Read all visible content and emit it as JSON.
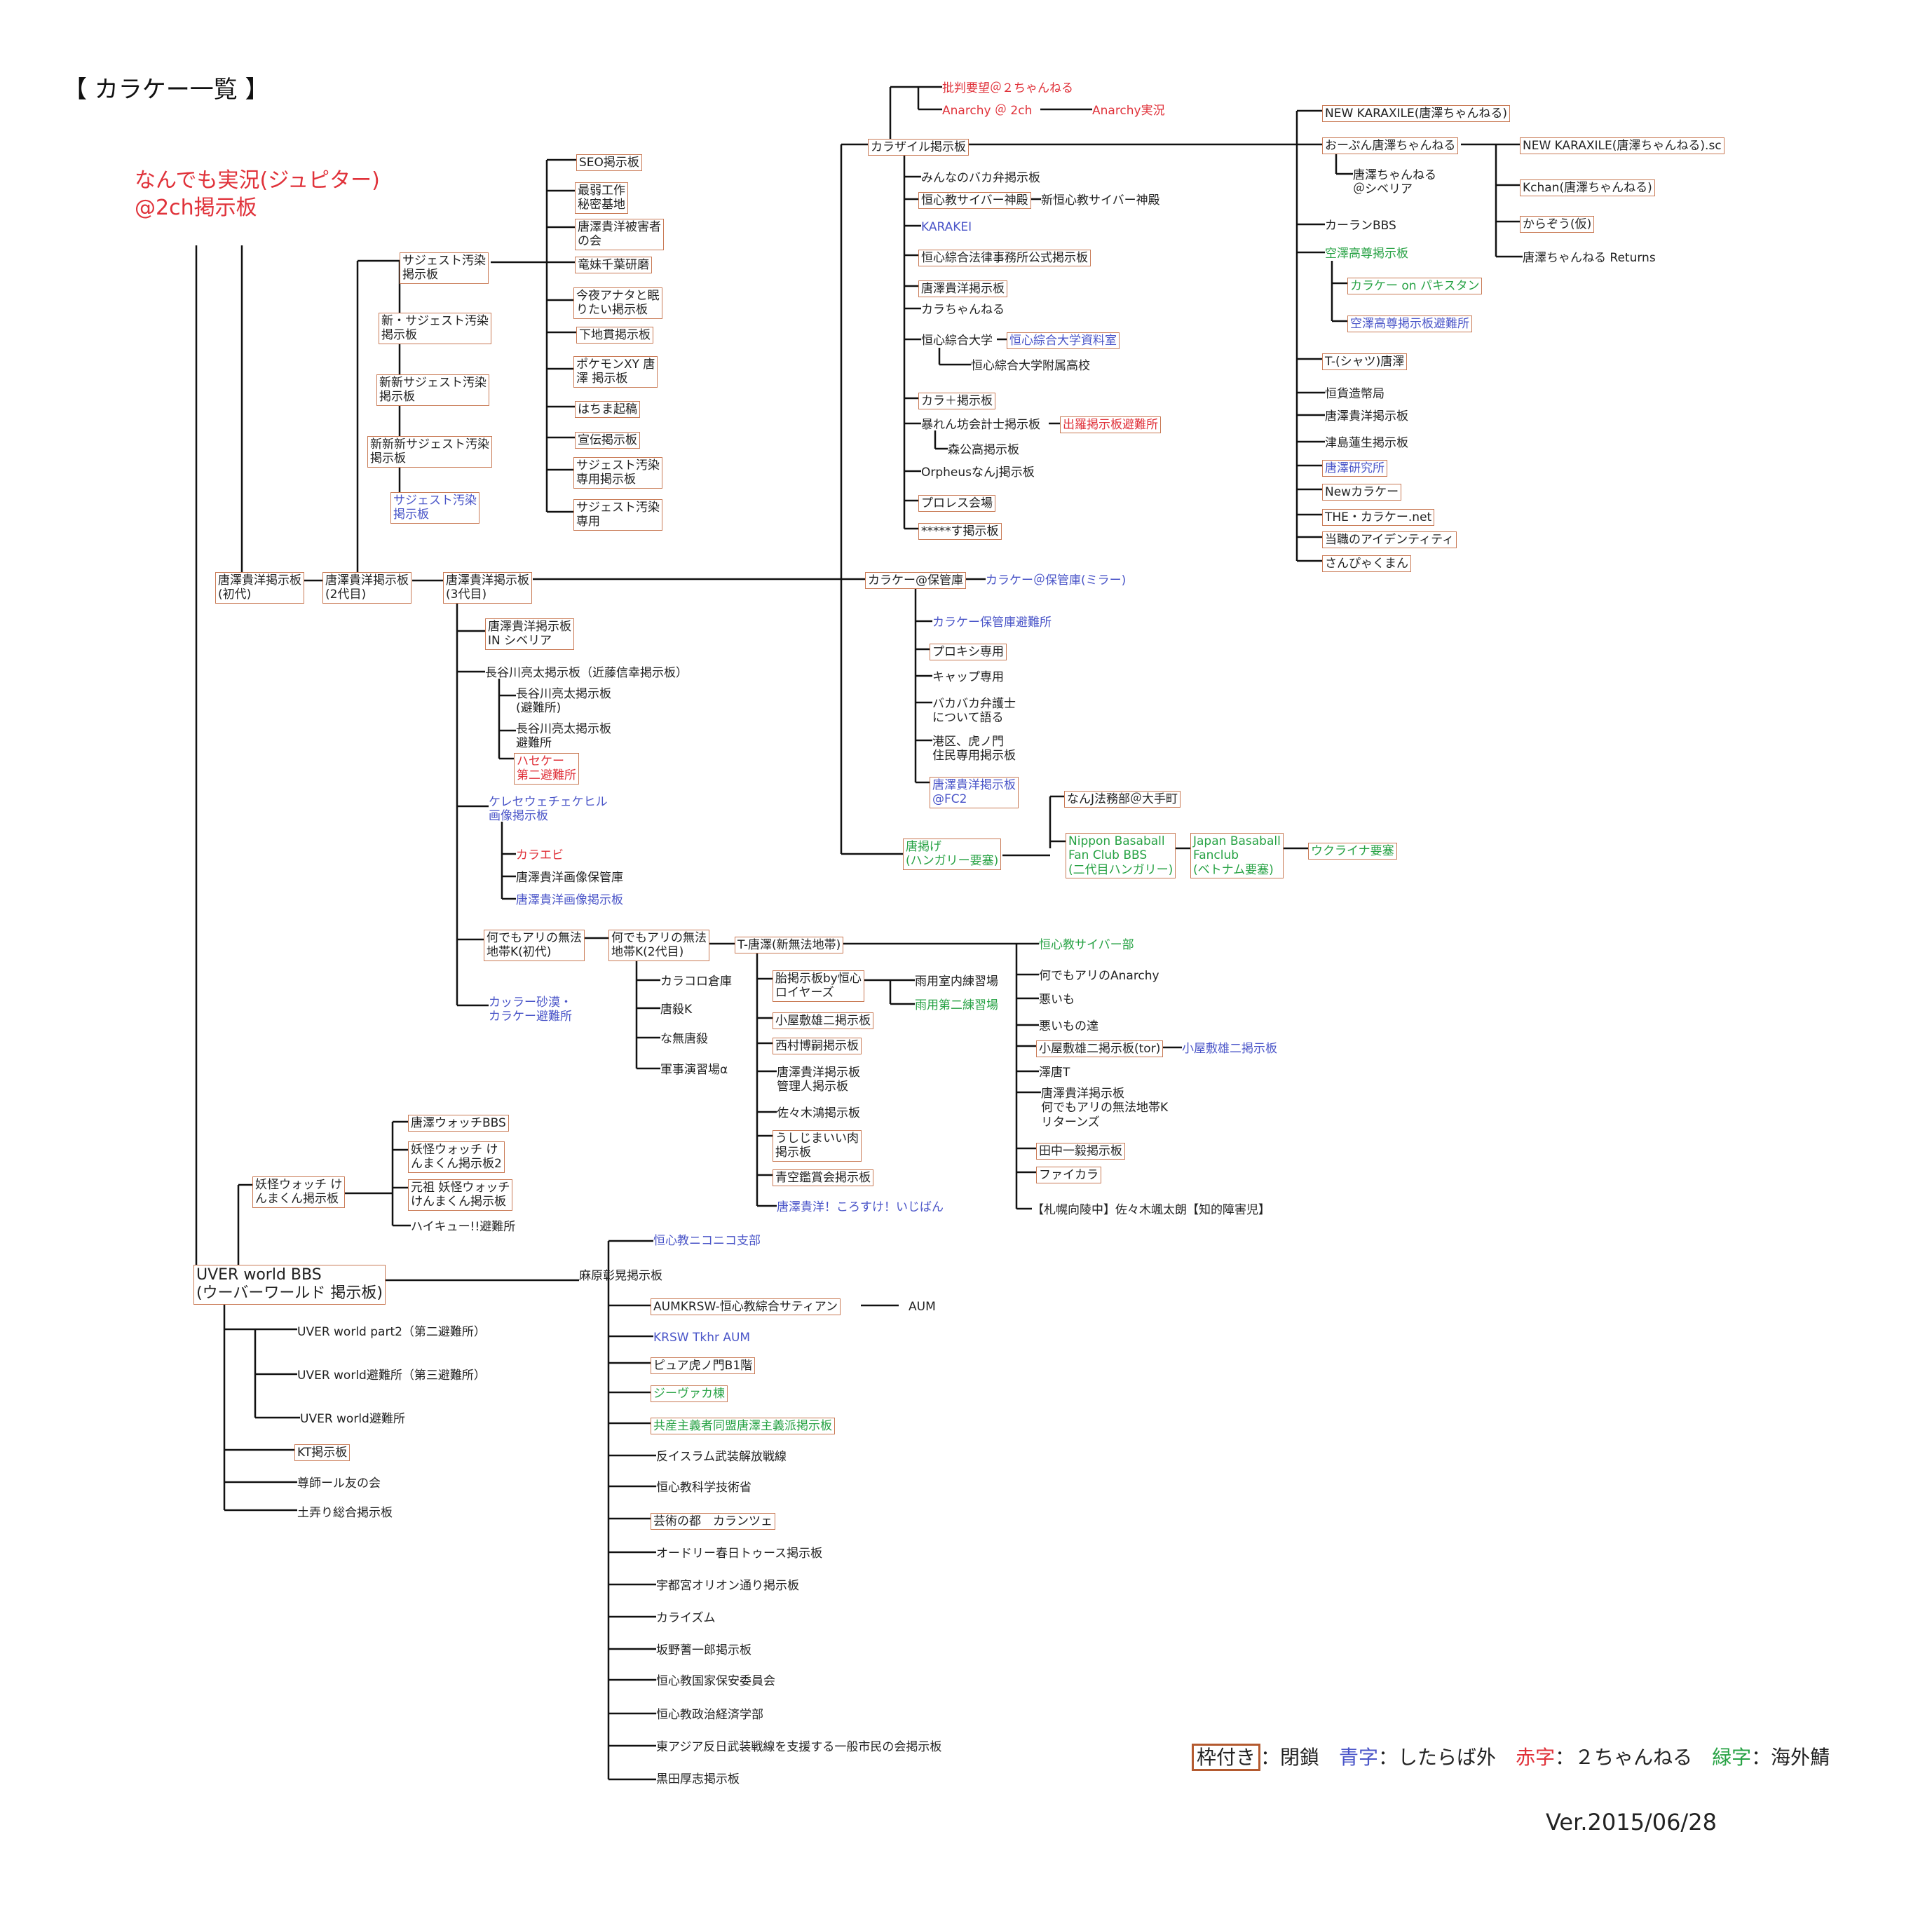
{
  "title": "【 カラケー一覧 】",
  "root_label": "なんでも実況(ジュピター)\n@2ch掲示板",
  "legend": {
    "framed": "枠付き",
    "framed_desc": "：閉鎖　",
    "blue": "青字",
    "blue_desc": "：したらば外　",
    "red": "赤字",
    "red_desc": "：２ちゃんねる　",
    "green": "緑字",
    "green_desc": "：海外鯖"
  },
  "version": "Ver.2015/06/28",
  "colors": {
    "framed_border": "#c97a55",
    "blue": "#4a55c8",
    "red": "#e0323a",
    "green": "#27a244"
  },
  "nodes": {
    "n1": "唐澤貴洋掲示板\n(初代)",
    "n2": "唐澤貴洋掲示板\n(2代目)",
    "n3": "唐澤貴洋掲示板\n(3代目)",
    "s1": "サジェスト汚染\n掲示板",
    "s2": "新・サジェスト汚染\n掲示板",
    "s3": "新新サジェスト汚染\n掲示板",
    "s4": "新新新サジェスト汚染\n掲示板",
    "s5": "サジェスト汚染\n掲示板",
    "seo1": "SEO掲示板",
    "seo2": "最弱工作\n秘密基地",
    "seo3": "唐澤貴洋被害者\nの会",
    "seo4": "竜妹千葉研磨",
    "seo5": "今夜アナタと眠\nりたい掲示板",
    "seo6": "下地貫掲示板",
    "seo7": "ポケモンXY 唐\n澤 掲示板",
    "seo8": "はちま起稿",
    "seo9": "宣伝掲示板",
    "seo10": "サジェスト汚染\n専用掲示板",
    "seo11": "サジェスト汚染\n専用",
    "c1": "唐澤貴洋掲示板\nIN シベリア",
    "c2": "長谷川亮太掲示板（近藤信幸掲示板）",
    "c2a": "長谷川亮太掲示板\n(避難所)",
    "c2b": "長谷川亮太掲示板\n避難所",
    "c2c": "ハセケー\n第二避難所",
    "c3": "ケレセウェチェケヒル\n画像掲示板",
    "c3a": "カラエビ",
    "c3b": "唐澤貴洋画像保管庫",
    "c3c": "唐澤貴洋画像掲示板",
    "k1": "何でもアリの無法\n地帯K(初代)",
    "k2": "何でもアリの無法\n地帯K(2代目)",
    "k3": "カッラー砂漠・\nカラケー避難所",
    "k2a": "カラコロ倉庫",
    "k2b": "唐殺K",
    "k2c": "な無唐殺",
    "k2d": "軍事演習場α",
    "t0": "T-唐澤(新無法地帯)",
    "t1": "胎掲示板by恒心\nロイヤーズ",
    "t1a": "雨用室内練習場",
    "t1b": "雨用第二練習場",
    "t2": "小屋敷雄二掲示板",
    "t3": "西村博嗣掲示板",
    "t4": "唐澤貴洋掲示板\n管理人掲示板",
    "t5": "佐々木鴻掲示板",
    "t6": "うしじまいい肉\n掲示板",
    "t7": "青空鑑賞会掲示板",
    "t8": "唐澤貴洋！ころすけ！いじばん",
    "u1": "恒心教サイバー部",
    "u2": "何でもアリのAnarchy",
    "u3": "悪いも",
    "u4": "悪いもの達",
    "u5": "小屋敷雄二掲示板(tor)",
    "u5a": "小屋敷雄二掲示板",
    "u6": "澤唐T",
    "u7": "唐澤貴洋掲示板\n何でもアリの無法地帯K\nリターンズ",
    "u8": "田中一毅掲示板",
    "u9": "ファイカラ",
    "u10": "【札幌向陵中】佐々木颯太朗【知的障害児】",
    "z0": "カラザイル掲示板",
    "z1": "批判要望＠２ちゃんねる",
    "z2": "Anarchy ＠ 2ch",
    "z2a": "Anarchy実況",
    "z3": "みんなのバカ弁掲示板",
    "z4": "恒心教サイバー神殿",
    "z4a": "新恒心教サイバー神殿",
    "z5": "KARAKEI",
    "z6": "恒心綜合法律事務所公式掲示板",
    "z7": "唐澤貴洋掲示板",
    "z8": "カラちゃんねる",
    "z9": "恒心綜合大学",
    "z9a": "恒心綜合大学資料室",
    "z9b": "恒心綜合大学附属高校",
    "z10": "カラ＋掲示板",
    "z11": "暴れん坊会計士掲示板",
    "z11a": "出羅掲示板避難所",
    "z11b": "森公高掲示板",
    "z12": "Orpheusなんj掲示板",
    "z13": "プロレス会場",
    "z14": "*****す掲示板",
    "h0": "カラケー@保管庫",
    "h0a": "カラケー＠保管庫(ミラー)",
    "h1": "カラケー保管庫避難所",
    "h2": "プロキシ専用",
    "h3": "キャップ専用",
    "h4": "バカバカ弁護士\nについて語る",
    "h5": "港区、虎ノ門\n住民専用掲示板",
    "h6": "唐澤貴洋掲示板\n@FC2",
    "g0": "唐掲げ\n(ハンガリー要塞)",
    "g1": "なんJ法務部＠大手町",
    "g2": "Nippon Basaball\nFan Club BBS\n(二代目ハンガリー)",
    "g3": "Japan Basaball\nFanclub\n(ベトナム要塞)",
    "g4": "ウクライナ要塞",
    "x0": "NEW KARAXILE(唐澤ちゃんねる)",
    "x1": "おーぷん唐澤ちゃんねる",
    "x1a": "唐澤ちゃんねる\n＠シベリア",
    "x1b": "NEW KARAXILE(唐澤ちゃんねる).sc",
    "x1c": "Kchan(唐澤ちゃんねる)",
    "x1d": "からぞう(仮)",
    "x1e": "唐澤ちゃんねる Returns",
    "x2": "カーランBBS",
    "x3": "空澤高尊掲示板",
    "x3a": "カラケー on パキスタン",
    "x3b": "空澤高尊掲示板避難所",
    "x4": "T-(シャツ)唐澤",
    "x5": "恒貨造幣局",
    "x6": "唐澤貴洋掲示板",
    "x7": "津島蓮生掲示板",
    "x8": "唐澤研究所",
    "x9": "Newカラケー",
    "x10": "THE・カラケー.net",
    "x11": "当職のアイデンティティ",
    "x12": "さんぴゃくまん",
    "y1": "妖怪ウォッチ け\nんまくん掲示板",
    "y1a": "唐澤ウォッチBBS",
    "y1b": "妖怪ウォッチ け\nんまくん掲示板2",
    "y1c": "元祖 妖怪ウォッチ\nけんまくん掲示板",
    "y1d": "ハイキュー!!避難所",
    "v0": "UVER world BBS\n(ウーバーワールド 掲示板)",
    "v1": "UVER world part2（第二避難所）",
    "v2": "UVER world避難所（第三避難所）",
    "v3": "UVER world避難所",
    "v4": "KT掲示板",
    "v5": "尊師ール友の会",
    "v6": "土弄り総合掲示板",
    "m0": "麻原彰晃掲示板",
    "m1": "恒心教ニコニコ支部",
    "m2": "AUMKRSW-恒心教綜合サティアン",
    "m2a": "AUM",
    "m3": "KRSW Tkhr AUM",
    "m4": "ピュア虎ノ門B1階",
    "m5": "ジーヴァカ棟",
    "m6": "共産主義者同盟唐澤主義派掲示板",
    "m7": "反イスラム武装解放戦線",
    "m8": "恒心教科学技術省",
    "m9": "芸術の都　カランツェ",
    "m10": "オードリー春日トゥース掲示板",
    "m11": "宇都宮オリオン通り掲示板",
    "m12": "カライズム",
    "m13": "坂野蓍一郎掲示板",
    "m14": "恒心教国家保安委員会",
    "m15": "恒心教政治経済学部",
    "m16": "東アジア反日武装戦線を支援する一般市民の会掲示板",
    "m17": "黒田厚志掲示板"
  }
}
